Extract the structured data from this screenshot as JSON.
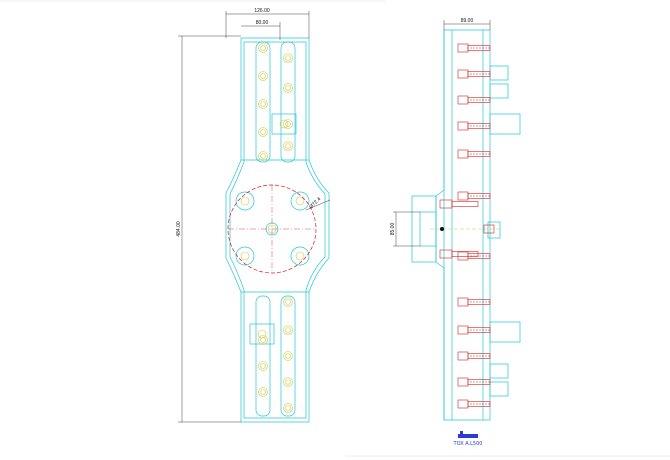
{
  "colors": {
    "outline": "#22c7d8",
    "bolt": "#d42020",
    "hole": "#c9c93a",
    "dimension": "#111111",
    "logo": "#2b3bd6"
  },
  "dimensions": {
    "overall_width": "126.00",
    "inner_width": "80.00",
    "overall_height": "484.00",
    "diameter": "Ø72.4",
    "side_width": "89.00",
    "side_height": "85.00"
  },
  "title_block": {
    "logo_icon": "company-logo-icon",
    "caption": "TOX A.L500"
  }
}
